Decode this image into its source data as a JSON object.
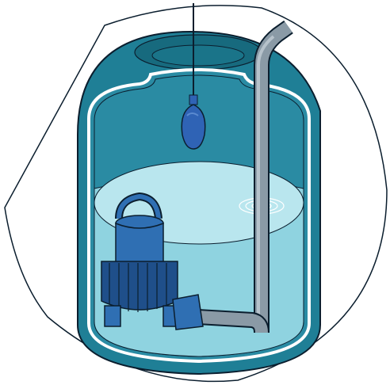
{
  "illustration": {
    "subject": "submersible-pump-in-sump-basin",
    "colors": {
      "background": "#ffffff",
      "outline": "#0b1e2e",
      "tank_shell": "#1f7f96",
      "tank_shell_dark": "#176a7e",
      "tank_interior": "#2a8ba3",
      "water": "#8fd3e0",
      "water_surface": "#b9e6ee",
      "pump_body": "#2f6fb3",
      "pump_dark": "#1f4f8a",
      "pipe": "#8a9aa6",
      "pipe_light": "#b6c2cb",
      "float_switch": "#2f63b5"
    },
    "parts": [
      "float-switch",
      "submersible-pump",
      "discharge-pipe",
      "sump-basin",
      "water"
    ]
  }
}
